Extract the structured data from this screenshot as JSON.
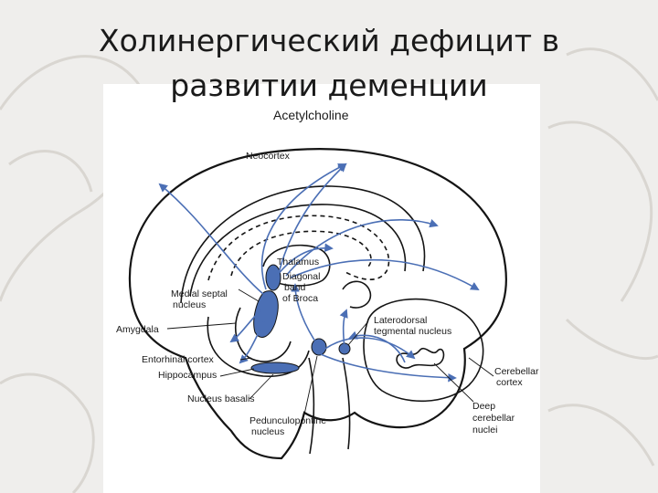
{
  "slide": {
    "title_line1": "Холинергический дефицит в",
    "title_line2": "развитии деменции"
  },
  "diagram": {
    "heading": "Acetylcholine",
    "labels": {
      "neocortex": "Neocortex",
      "thalamus": "Thalamus",
      "diagonal_1": "Diagonal",
      "diagonal_2": "band",
      "diagonal_3": "of Broca",
      "medial_1": "Medial septal",
      "medial_2": "nucleus",
      "amygdala": "Amygdala",
      "entorhinal": "Entorhinal cortex",
      "hippocampus": "Hippocampus",
      "nucleus_basalis": "Nucleus basalis",
      "pedunculo_1": "Pedunculopontine",
      "pedunculo_2": "nucleus",
      "laterodorsal_1": "Laterodorsal",
      "laterodorsal_2": "tegmental nucleus",
      "cerebellar_1": "Cerebellar",
      "cerebellar_2": "cortex",
      "deep_1": "Deep",
      "deep_2": "cerebellar",
      "deep_3": "nuclei"
    },
    "colors": {
      "cholinergic_fill": "#4b6fb5",
      "outline": "#141414"
    }
  }
}
